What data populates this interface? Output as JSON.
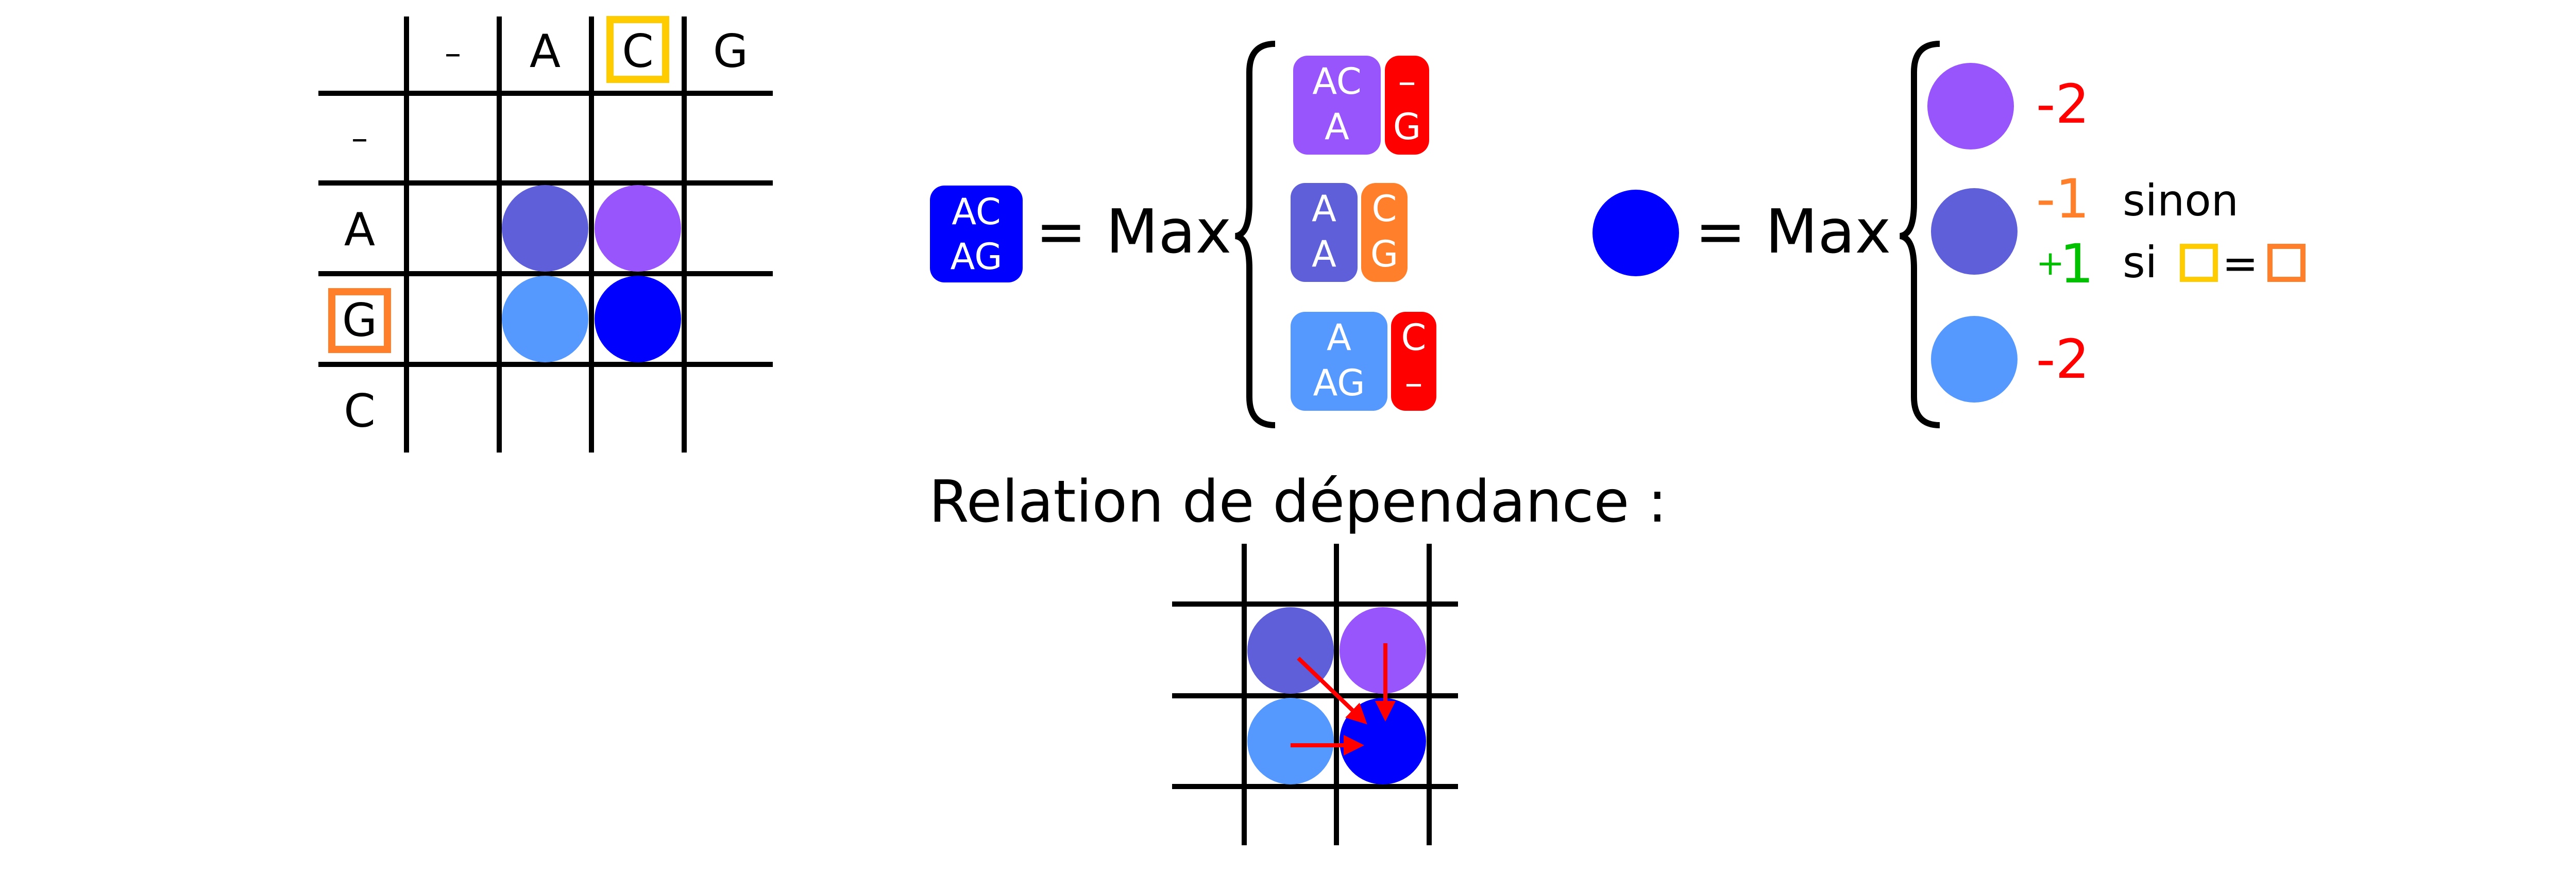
{
  "colors": {
    "blue": "#0000ff",
    "slate": "#5f5fd9",
    "purple": "#9755fb",
    "light_blue": "#5599ff",
    "red": "#ff0000",
    "orange": "#ff7f2a",
    "green": "#00c000",
    "gold": "#ffcc00",
    "grid": "#000000"
  },
  "matrix": {
    "top_headers": [
      "–",
      "A",
      "C",
      "G"
    ],
    "left_headers": [
      "–",
      "A",
      "G",
      "C"
    ]
  },
  "equation1": {
    "lhs": {
      "line1": "AC",
      "line2": "AG"
    },
    "eq_max": "= Max",
    "options": [
      {
        "left": {
          "line1": "AC",
          "line2": "A"
        },
        "right": {
          "line1": "–",
          "line2": "G"
        }
      },
      {
        "left": {
          "line1": "A",
          "line2": "A"
        },
        "right": {
          "line1": "C",
          "line2": "G"
        }
      },
      {
        "left": {
          "line1": "A",
          "line2": "AG"
        },
        "right": {
          "line1": "C",
          "line2": "–"
        }
      }
    ]
  },
  "equation2": {
    "eq_max": "= Max",
    "terms": [
      {
        "score": "-2"
      },
      {
        "score": "-1",
        "condition": "sinon"
      },
      {
        "score_sign": "+",
        "score": "1",
        "condition_prefix": "si",
        "equals": "="
      },
      {
        "score": "-2"
      }
    ]
  },
  "dependency": {
    "title": "Relation de dépendance :"
  }
}
